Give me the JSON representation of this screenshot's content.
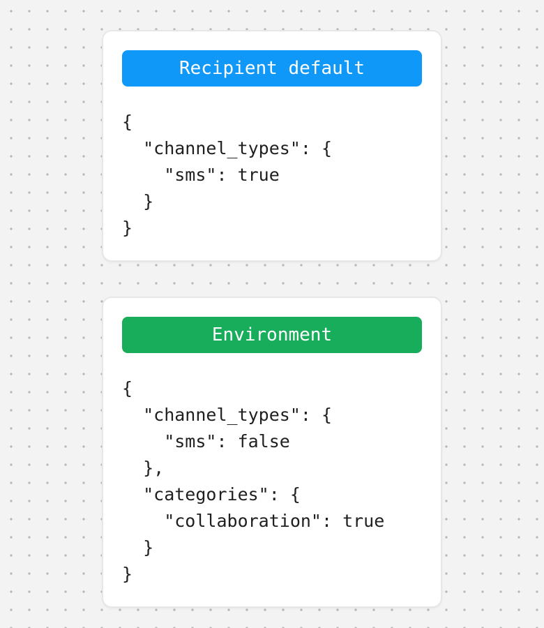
{
  "canvas": {
    "background_color": "#f3f3f3",
    "dot_color": "#b9b9b9"
  },
  "cards": [
    {
      "title": "Recipient default",
      "header_color": "#0f98f8",
      "code": "{\n  \"channel_types\": {\n    \"sms\": true\n  }\n}"
    },
    {
      "title": "Environment",
      "header_color": "#18ad5b",
      "code": "{\n  \"channel_types\": {\n    \"sms\": false\n  },\n  \"categories\": {\n    \"collaboration\": true\n  }\n}"
    }
  ]
}
